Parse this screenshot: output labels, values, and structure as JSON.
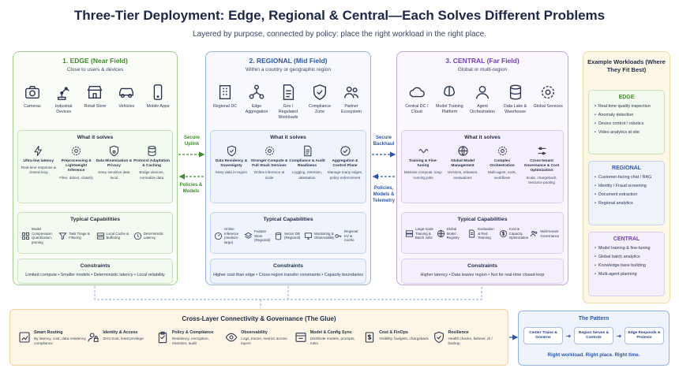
{
  "header": {
    "title": "Three-Tier Deployment: Edge, Regional & Central—Each Solves Different Problems",
    "subtitle": "Layered by purpose, connected by policy: place the right workload in the right place."
  },
  "colors": {
    "edge": "#3f8a2a",
    "regional": "#2f56a6",
    "central": "#6f3fb3",
    "glue": "#f0d5a0"
  },
  "tiers": [
    {
      "title": "1. EDGE (Near Field)",
      "subtitle": "Close to users & devices",
      "items": [
        {
          "label": "Cameras",
          "icon": "camera-icon"
        },
        {
          "label": "Industrial Devices",
          "icon": "robot-arm-icon"
        },
        {
          "label": "Retail Store",
          "icon": "store-icon"
        },
        {
          "label": "Vehicles",
          "icon": "car-icon"
        },
        {
          "label": "Mobile Apps",
          "icon": "phone-icon"
        }
      ],
      "solves_title": "What it solves",
      "solves": [
        {
          "head": "Ultra-low latency",
          "desc": "Real-time response & closed-loop",
          "icon": "lightning-icon"
        },
        {
          "head": "Preprocessing & Lightweight Inference",
          "desc": "Filter, detect, classify",
          "icon": "gear-icon"
        },
        {
          "head": "Data Minimization & Privacy",
          "desc": "Keep sensitive data local",
          "icon": "shield-icon"
        },
        {
          "head": "Protocol Adaptation & Caching",
          "desc": "Bridge devices, normalize data",
          "icon": "database-icon"
        }
      ],
      "caps_title": "Typical Capabilities",
      "caps": [
        {
          "label": "Model Compression Quantization, pruning",
          "icon": "grid-icon"
        },
        {
          "label": "Task Triage & Filtering",
          "icon": "filter-icon"
        },
        {
          "label": "Local Cache & Buffering",
          "icon": "cache-icon"
        },
        {
          "label": "Deterministic Latency",
          "icon": "clock-icon"
        }
      ],
      "cons_title": "Constraints",
      "constraints": "Limited compute • Smaller models • Deterministic latency • Local reliability"
    },
    {
      "title": "2. REGIONAL (Mid Field)",
      "subtitle": "Within a country or geographic region",
      "items": [
        {
          "label": "Regional DC",
          "icon": "building-icon"
        },
        {
          "label": "Edge Aggregation",
          "icon": "network-icon"
        },
        {
          "label": "Gov / Regulated Workloads",
          "icon": "document-icon"
        },
        {
          "label": "Compliance Zone",
          "icon": "shield-check-icon"
        },
        {
          "label": "Partner Ecosystem",
          "icon": "people-icon"
        }
      ],
      "solves_title": "What it solves",
      "solves": [
        {
          "head": "Data Residency & Sovereignty",
          "desc": "Keep data in-region",
          "icon": "shield-check-icon"
        },
        {
          "head": "Stronger Compute & Full Stack Services",
          "desc": "Online inference at scale",
          "icon": "gear-icon"
        },
        {
          "head": "Compliance & Audit Readiness",
          "desc": "Logging, retention, attestation",
          "icon": "document-icon"
        },
        {
          "head": "Aggregation & Control Plane",
          "desc": "Manage many edges, policy enforcement",
          "icon": "check-circle-icon"
        }
      ],
      "caps_title": "Typical Capabilities",
      "caps": [
        {
          "label": "Online Inference (medium-large)",
          "icon": "gauge-icon"
        },
        {
          "label": "Feature Store (Regional)",
          "icon": "layers-icon"
        },
        {
          "label": "Vector DB (Regional)",
          "icon": "database-icon"
        },
        {
          "label": "Monitoring & Observability",
          "icon": "monitor-icon"
        },
        {
          "label": "Regional KV & Cache",
          "icon": "key-icon"
        }
      ],
      "cons_title": "Constraints",
      "constraints": "Higher cost than edge • Cross-region transfer constraints • Capacity boundaries"
    },
    {
      "title": "3. CENTRAL (Far Field)",
      "subtitle": "Global or multi-region",
      "items": [
        {
          "label": "Central DC / Cloud",
          "icon": "cloud-icon"
        },
        {
          "label": "Model Training Platform",
          "icon": "brain-icon"
        },
        {
          "label": "Agent Orchestration",
          "icon": "agent-icon"
        },
        {
          "label": "Data Lake & Warehouse",
          "icon": "database-icon"
        },
        {
          "label": "Global Services",
          "icon": "gear-icon"
        }
      ],
      "solves_title": "What it solves",
      "solves": [
        {
          "head": "Training & Fine-tuning",
          "desc": "Massive compute, long-running jobs",
          "icon": "training-icon"
        },
        {
          "head": "Global Model Management",
          "desc": "Versions, releases, evaluations",
          "icon": "globe-icon"
        },
        {
          "head": "Complex Orchestration",
          "desc": "Multi-agent, tools, workflows",
          "icon": "gear-icon"
        },
        {
          "head": "Cross-tenant Governance & Cost Optimization",
          "desc": "Scale, chargeback, resource pooling",
          "icon": "sliders-icon"
        }
      ],
      "caps_title": "Typical Capabilities",
      "caps": [
        {
          "label": "Large-scale Training & Batch Jobs",
          "icon": "server-icon"
        },
        {
          "label": "Global Model Registry",
          "icon": "globe-icon"
        },
        {
          "label": "Evaluation & Red Teaming",
          "icon": "document-icon"
        },
        {
          "label": "Cost & Capacity Optimization",
          "icon": "cost-icon"
        },
        {
          "label": "Multi-tenant Governance",
          "icon": "people-icon"
        }
      ],
      "cons_title": "Constraints",
      "constraints": "Higher latency • Data leaves region • Not for real-time closed-loop"
    }
  ],
  "flows": {
    "edge_to_regional_top": "Secure Uplink",
    "regional_to_edge_bottom": "Policies & Models",
    "regional_to_central_top": "Secure Backhaul",
    "central_to_regional_bottom": "Policies, Models & Telemetry"
  },
  "sidebar": {
    "title": "Example Workloads (Where They Fit Best)",
    "groups": [
      {
        "name": "EDGE",
        "items": [
          "Real-time quality inspection",
          "Anomaly detection",
          "Device control / robotics",
          "Video analytics at site"
        ]
      },
      {
        "name": "REGIONAL",
        "items": [
          "Customer-facing chat / RAG",
          "Identity / Fraud screening",
          "Document extraction",
          "Regional analytics"
        ]
      },
      {
        "name": "CENTRAL",
        "items": [
          "Model training & fine-tuning",
          "Global batch analytics",
          "Knowledge base building",
          "Multi-agent planning"
        ]
      }
    ]
  },
  "glue": {
    "title": "Cross-Layer Connectivity & Governance (The Glue)",
    "items": [
      {
        "head": "Smart Routing",
        "desc": "By latency, cost, data residency, compliance",
        "icon": "routing-icon"
      },
      {
        "head": "Identity & Access",
        "desc": "Zero trust, least privilege",
        "icon": "user-lock-icon"
      },
      {
        "head": "Policy & Compliance",
        "desc": "Residency, encryption, retention, audit",
        "icon": "clipboard-icon"
      },
      {
        "head": "Observability",
        "desc": "Logs, traces, metrics across layers",
        "icon": "eye-icon"
      },
      {
        "head": "Model & Config Sync",
        "desc": "Distribute models, prompts, rules",
        "icon": "sync-icon"
      },
      {
        "head": "Cost & FinOps",
        "desc": "Visibility, budgets, chargeback",
        "icon": "dollar-icon"
      },
      {
        "head": "Resilience",
        "desc": "Health checks, failover, dr / backup",
        "icon": "shield-icon"
      }
    ]
  },
  "pattern": {
    "title": "The Pattern",
    "steps": [
      "Center Trains & Governs",
      "Region Serves & Controls",
      "Edge Responds & Protects"
    ],
    "tagline": "Right workload. Right place. Right time."
  }
}
